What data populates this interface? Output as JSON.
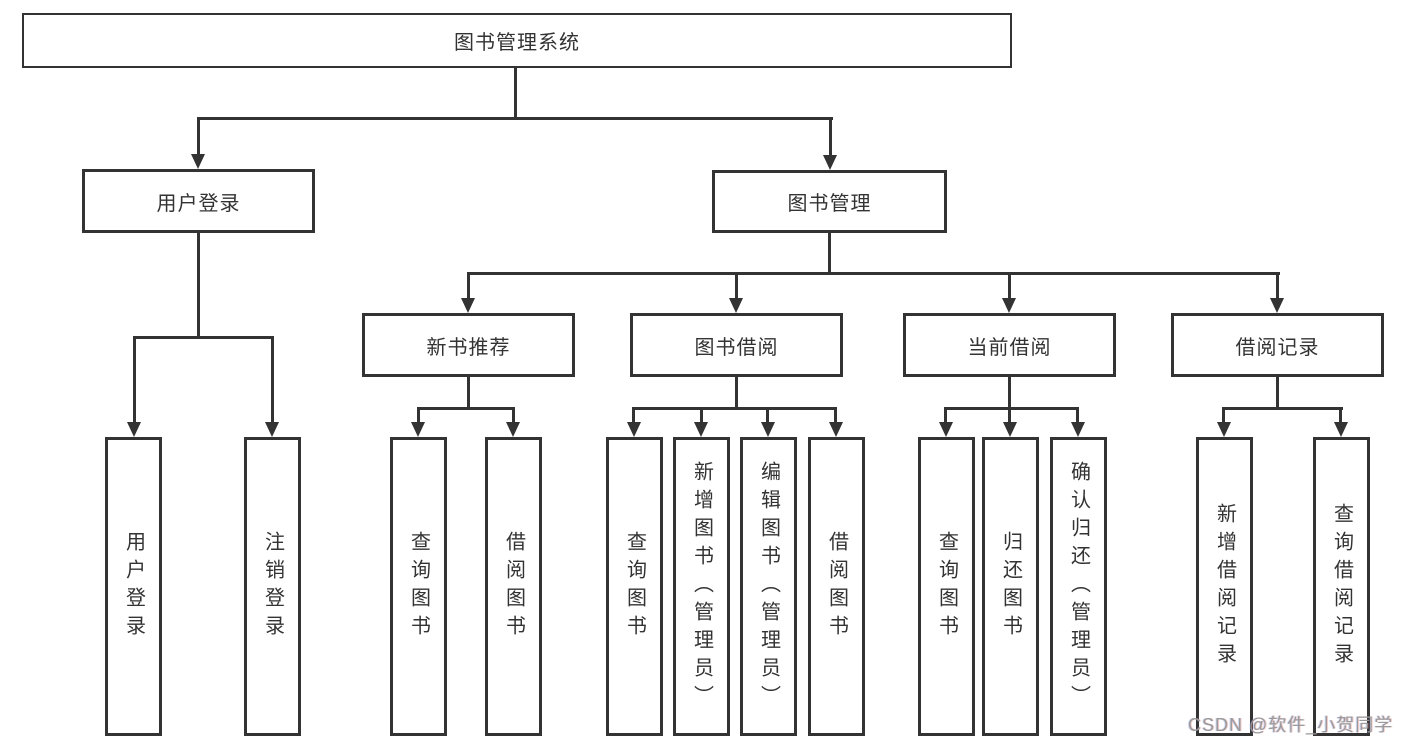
{
  "diagram": {
    "colors": {
      "line": "#333333",
      "box_border": "#333333",
      "text": "#333333",
      "watermark": "#9a9a9a"
    },
    "watermark": "CSDN @软件_小贺同学",
    "nodes": {
      "root": "图书管理系统",
      "user_login": "用户登录",
      "book_mgmt": "图书管理",
      "login": "用户登录",
      "logout": "注销登录",
      "new_book_rec": "新书推荐",
      "book_borrow": "图书借阅",
      "current_borrow": "当前借阅",
      "borrow_record": "借阅记录",
      "nb_query": "查询图书",
      "nb_borrow": "借阅图书",
      "bb_query": "查询图书",
      "bb_add": "新增图书（管理员）",
      "bb_edit": "编辑图书（管理员）",
      "bb_borrow": "借阅图书",
      "cb_query": "查询图书",
      "cb_return": "归还图书",
      "cb_confirm": "确认归还（管理员）",
      "br_add": "新增借阅记录",
      "br_query": "查询借阅记录"
    },
    "hierarchy_note": "图书管理系统 → (用户登录 → 用户登录/注销登录) ; (图书管理 → 新书推荐/图书借阅/当前借阅/借阅记录)"
  }
}
